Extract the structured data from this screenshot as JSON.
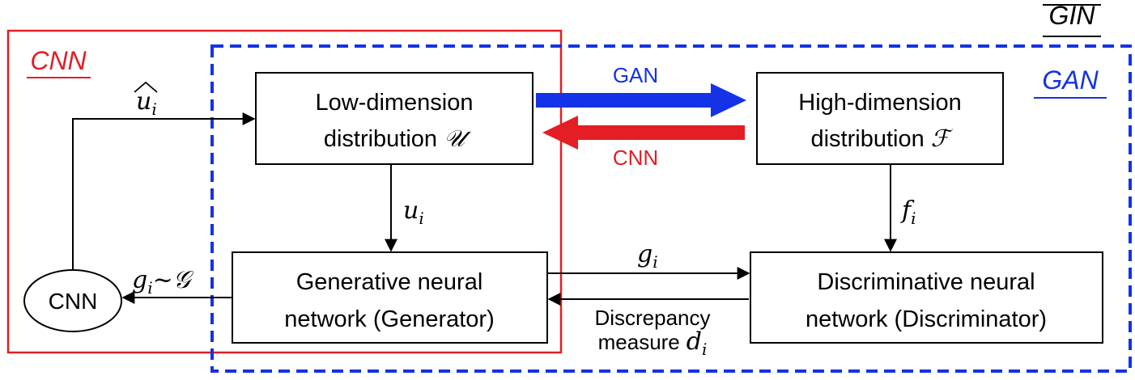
{
  "regions": {
    "gin_label": "GIN",
    "cnn_label": "CNN",
    "gan_label": "GAN"
  },
  "boxes": {
    "low_dim": {
      "line1": "Low-dimension",
      "line2_text": "distribution",
      "line2_symbol": "𝒰"
    },
    "high_dim": {
      "line1": "High-dimension",
      "line2_text": "distribution",
      "line2_symbol": "ℱ"
    },
    "generator": {
      "line1": "Generative neural",
      "line2": "network (Generator)"
    },
    "discriminator": {
      "line1": "Discriminative neural",
      "line2": "network (Discriminator)"
    },
    "cnn_node": {
      "label": "CNN"
    }
  },
  "arrows": {
    "gan_arrow_label": "GAN",
    "cnn_arrow_label": "CNN"
  },
  "edge_labels": {
    "u_hat_base": "u",
    "u_hat_sub": "i",
    "u_i_base": "u",
    "u_i_sub": "i",
    "f_i_base": "f",
    "f_i_sub": "i",
    "g_i_base": "g",
    "g_i_sub": "i",
    "g_dist_base": "g",
    "g_dist_sub": "i",
    "g_dist_rest": "~𝒢",
    "discrepancy_line1": "Discrepancy",
    "discrepancy_line2": "measure",
    "d_i_base": "d",
    "d_i_sub": "i"
  },
  "colors": {
    "cnn_red": "#e31e24",
    "gan_blue": "#1432e6",
    "ink": "#000000"
  }
}
